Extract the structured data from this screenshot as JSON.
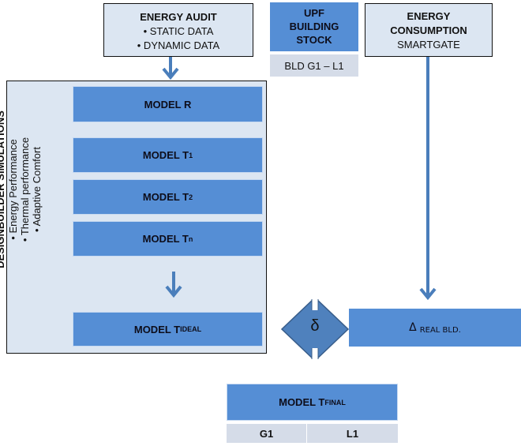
{
  "energy_audit": {
    "title": "ENERGY AUDIT",
    "items": [
      "• STATIC  DATA",
      "• DYNAMIC DATA"
    ]
  },
  "building_stock": {
    "title_lines": [
      "UPF",
      "BUILDING",
      "STOCK"
    ],
    "subtitle": "BLD G1 – L1"
  },
  "energy_consumption": {
    "title_lines": [
      "ENERGY",
      "CONSUMPTION"
    ],
    "source": "SMARTGATE"
  },
  "simulations": {
    "title": "DESIGNBUILDER  SIMULATIONS",
    "items": [
      "• Energy Performance",
      "• Thermal performance",
      "• Adaptive Comfort"
    ]
  },
  "models": [
    {
      "label": "MODEL R",
      "sub": ""
    },
    {
      "label": "MODEL T",
      "sub": "1"
    },
    {
      "label": "MODEL T",
      "sub": "2"
    },
    {
      "label": "MODEL T",
      "sub": "n"
    }
  ],
  "model_ideal": {
    "label": "MODEL T",
    "sub": "IDEAL"
  },
  "delta_symbol": "δ",
  "real_building": {
    "symbol": "Δ",
    "sub": "REAL BLD."
  },
  "model_final": {
    "label": "MODEL T",
    "sub": "FINAL"
  },
  "final_buildings": [
    "G1",
    "L1"
  ],
  "colors": {
    "blue": "#558ed5",
    "light": "#dce6f2",
    "grey": "#d5dce8",
    "arrow": "#4a7ebb"
  }
}
